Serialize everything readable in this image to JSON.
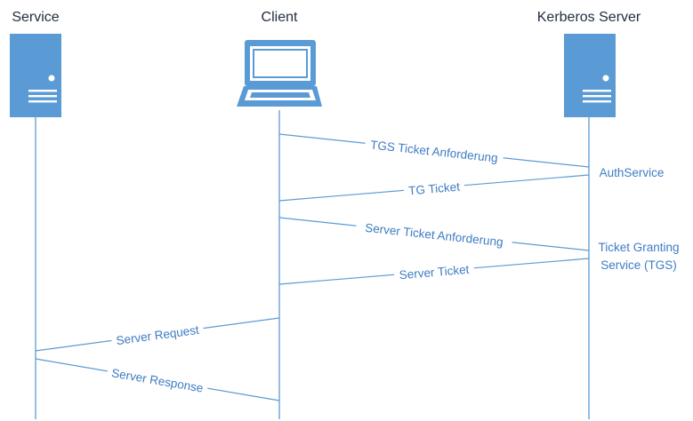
{
  "actors": {
    "service": {
      "title": "Service",
      "icon": "server-icon"
    },
    "client": {
      "title": "Client",
      "icon": "laptop-icon"
    },
    "kerberos": {
      "title": "Kerberos Server",
      "icon": "server-icon"
    }
  },
  "notes": {
    "auth_service": "AuthService",
    "tgs_line1": "Ticket Granting",
    "tgs_line2": "Service (TGS)"
  },
  "messages": [
    {
      "from": "client",
      "to": "kerberos",
      "label": "TGS Ticket Anforderung"
    },
    {
      "from": "kerberos",
      "to": "client",
      "label": "TG Ticket"
    },
    {
      "from": "client",
      "to": "kerberos",
      "label": "Server Ticket Anforderung"
    },
    {
      "from": "kerberos",
      "to": "client",
      "label": "Server Ticket"
    },
    {
      "from": "client",
      "to": "service",
      "label": "Server Request"
    },
    {
      "from": "service",
      "to": "client",
      "label": "Server Response"
    }
  ],
  "colors": {
    "line": "#5b9bd5",
    "text": "#3e7cc4",
    "title": "#1f2d3d"
  }
}
